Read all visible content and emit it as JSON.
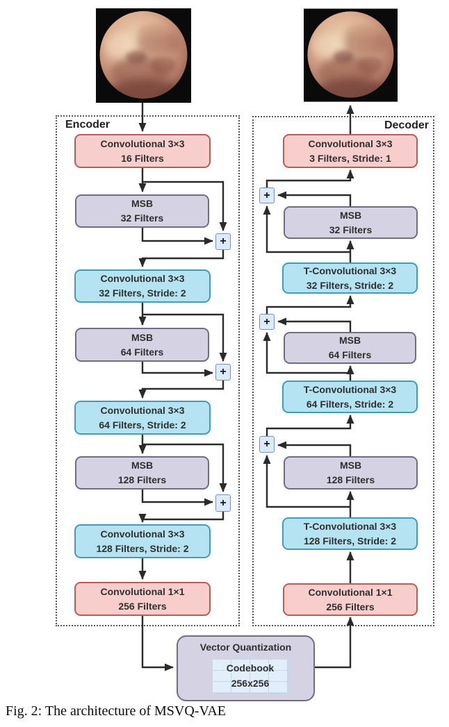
{
  "figure": {
    "caption": "Fig. 2: The architecture of MSVQ-VAE"
  },
  "colors": {
    "pink_fill": "#f8cecc",
    "pink_stroke": "#bc5a53",
    "msb_fill": "#d5d2e3",
    "msb_stroke": "#6f6d82",
    "cyan_fill": "#b5e3f2",
    "cyan_stroke": "#3f9cbc",
    "plus_fill": "#dcebfb",
    "plus_stroke": "#7194bf",
    "vq_fill": "#d5d2e3",
    "vq_stroke": "#6f6d82",
    "codebook_fill": "#e2eefa",
    "codebook_grid": "#c3d8ec",
    "arrow": "#2a2a2a"
  },
  "encoder": {
    "label": "Encoder",
    "plus_label": "+",
    "blocks": [
      {
        "id": "enc-conv-16",
        "kind": "pink",
        "line1": "Convolutional 3×3",
        "line2": "16 Filters"
      },
      {
        "id": "enc-msb-32",
        "kind": "msb",
        "line1": "MSB",
        "line2": "32 Filters"
      },
      {
        "id": "enc-conv-32",
        "kind": "cyan",
        "line1": "Convolutional 3×3",
        "line2": "32 Filters, Stride: 2"
      },
      {
        "id": "enc-msb-64",
        "kind": "msb",
        "line1": "MSB",
        "line2": "64 Filters"
      },
      {
        "id": "enc-conv-64",
        "kind": "cyan",
        "line1": "Convolutional 3×3",
        "line2": "64 Filters, Stride: 2"
      },
      {
        "id": "enc-msb-128",
        "kind": "msb",
        "line1": "MSB",
        "line2": "128 Filters"
      },
      {
        "id": "enc-conv-128",
        "kind": "cyan",
        "line1": "Convolutional 3×3",
        "line2": "128 Filters, Stride: 2"
      },
      {
        "id": "enc-conv-1x1",
        "kind": "pink",
        "line1": "Convolutional 1×1",
        "line2": "256 Filters"
      }
    ]
  },
  "decoder": {
    "label": "Decoder",
    "plus_label": "+",
    "blocks": [
      {
        "id": "dec-conv-3",
        "kind": "pink",
        "line1": "Convolutional 3×3",
        "line2": "3 Filters, Stride: 1"
      },
      {
        "id": "dec-msb-32",
        "kind": "msb",
        "line1": "MSB",
        "line2": "32 Filters"
      },
      {
        "id": "dec-tconv-32",
        "kind": "cyan",
        "line1": "T-Convolutional 3×3",
        "line2": "32 Filters, Stride: 2"
      },
      {
        "id": "dec-msb-64",
        "kind": "msb",
        "line1": "MSB",
        "line2": "64 Filters"
      },
      {
        "id": "dec-tconv-64",
        "kind": "cyan",
        "line1": "T-Convolutional 3×3",
        "line2": "64 Filters, Stride: 2"
      },
      {
        "id": "dec-msb-128",
        "kind": "msb",
        "line1": "MSB",
        "line2": "128 Filters"
      },
      {
        "id": "dec-tconv-128",
        "kind": "cyan",
        "line1": "T-Convolutional 3×3",
        "line2": "128 Filters, Stride: 2"
      },
      {
        "id": "dec-conv-1x1",
        "kind": "pink",
        "line1": "Convolutional 1×1",
        "line2": "256 Filters"
      }
    ]
  },
  "vector_quantization": {
    "title": "Vector Quantization",
    "codebook_line1": "Codebook",
    "codebook_line2": "256x256"
  }
}
